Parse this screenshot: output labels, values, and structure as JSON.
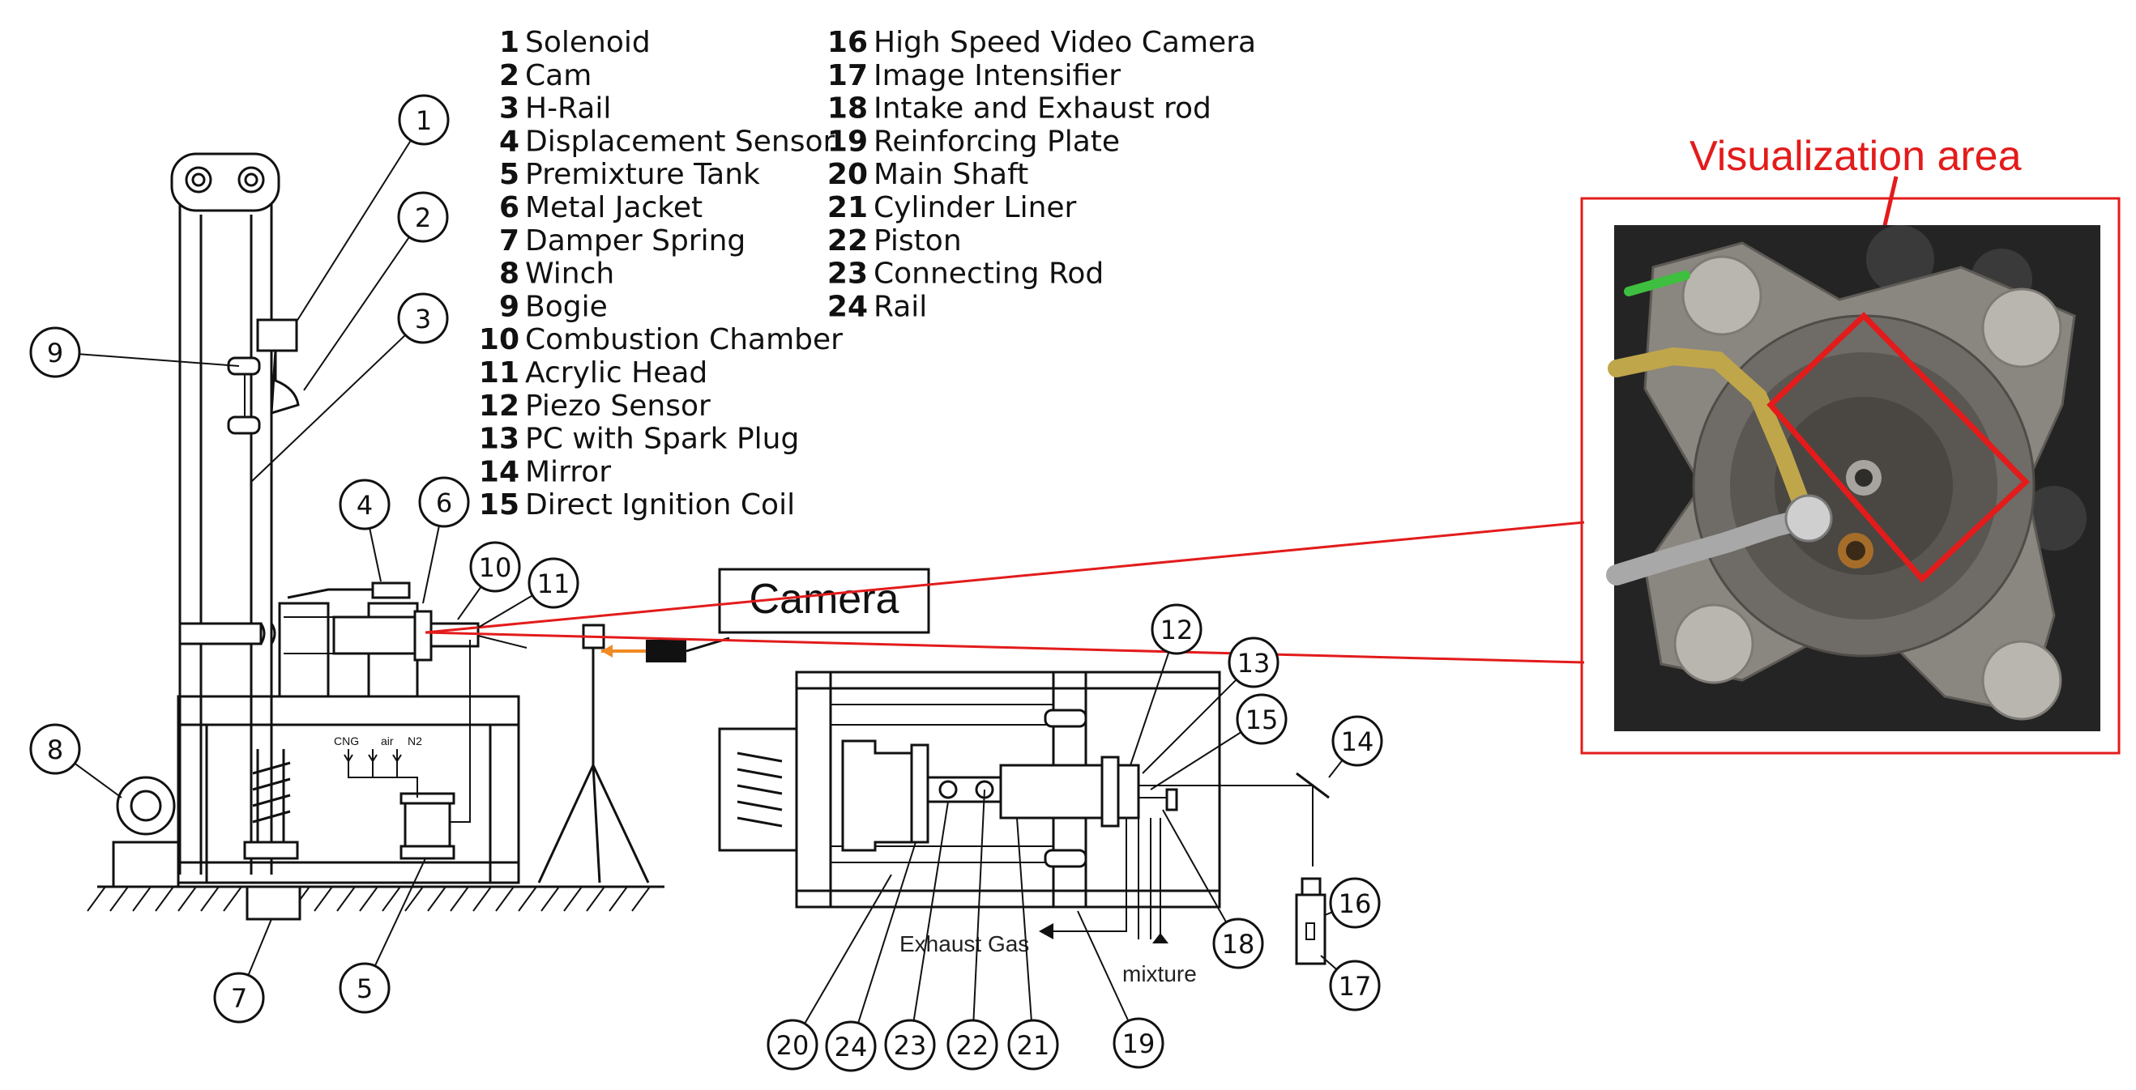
{
  "legend_left": [
    {
      "num": "1",
      "text": "Solenoid"
    },
    {
      "num": "2",
      "text": "Cam"
    },
    {
      "num": "3",
      "text": "H-Rail"
    },
    {
      "num": "4",
      "text": "Displacement Sensor"
    },
    {
      "num": "5",
      "text": "Premixture Tank"
    },
    {
      "num": "6",
      "text": "Metal Jacket"
    },
    {
      "num": "7",
      "text": "Damper Spring"
    },
    {
      "num": "8",
      "text": "Winch"
    },
    {
      "num": "9",
      "text": "Bogie"
    },
    {
      "num": "10",
      "text": "Combustion Chamber"
    },
    {
      "num": "11",
      "text": "Acrylic Head"
    },
    {
      "num": "12",
      "text": "Piezo Sensor"
    },
    {
      "num": "13",
      "text": "PC with Spark Plug"
    },
    {
      "num": "14",
      "text": "Mirror"
    },
    {
      "num": "15",
      "text": "Direct Ignition Coil"
    }
  ],
  "legend_right": [
    {
      "num": "16",
      "text": "High Speed Video Camera"
    },
    {
      "num": "17",
      "text": "Image Intensifier"
    },
    {
      "num": "18",
      "text": "Intake and Exhaust rod"
    },
    {
      "num": "19",
      "text": "Reinforcing Plate"
    },
    {
      "num": "20",
      "text": "Main Shaft"
    },
    {
      "num": "21",
      "text": "Cylinder Liner"
    },
    {
      "num": "22",
      "text": "Piston"
    },
    {
      "num": "23",
      "text": "Connecting Rod"
    },
    {
      "num": "24",
      "text": "Rail"
    }
  ],
  "callouts": {
    "c1": "1",
    "c2": "2",
    "c3": "3",
    "c4": "4",
    "c5": "5",
    "c6": "6",
    "c7": "7",
    "c8": "8",
    "c9": "9",
    "c10": "10",
    "c11": "11",
    "c12": "12",
    "c13": "13",
    "c14": "14",
    "c15": "15",
    "c16": "16",
    "c17": "17",
    "c18": "18",
    "c19": "19",
    "c20": "20",
    "c21": "21",
    "c22": "22",
    "c23": "23",
    "c24": "24"
  },
  "labels": {
    "camera": "Camera",
    "visualization_area": "Visualization area",
    "exhaust_gas": "Exhaust Gas",
    "mixture": "mixture",
    "cng": "CNG",
    "air": "air",
    "n2": "N2"
  },
  "colors": {
    "highlight": "#e31b1b",
    "camera_beam": "#f08a24"
  }
}
